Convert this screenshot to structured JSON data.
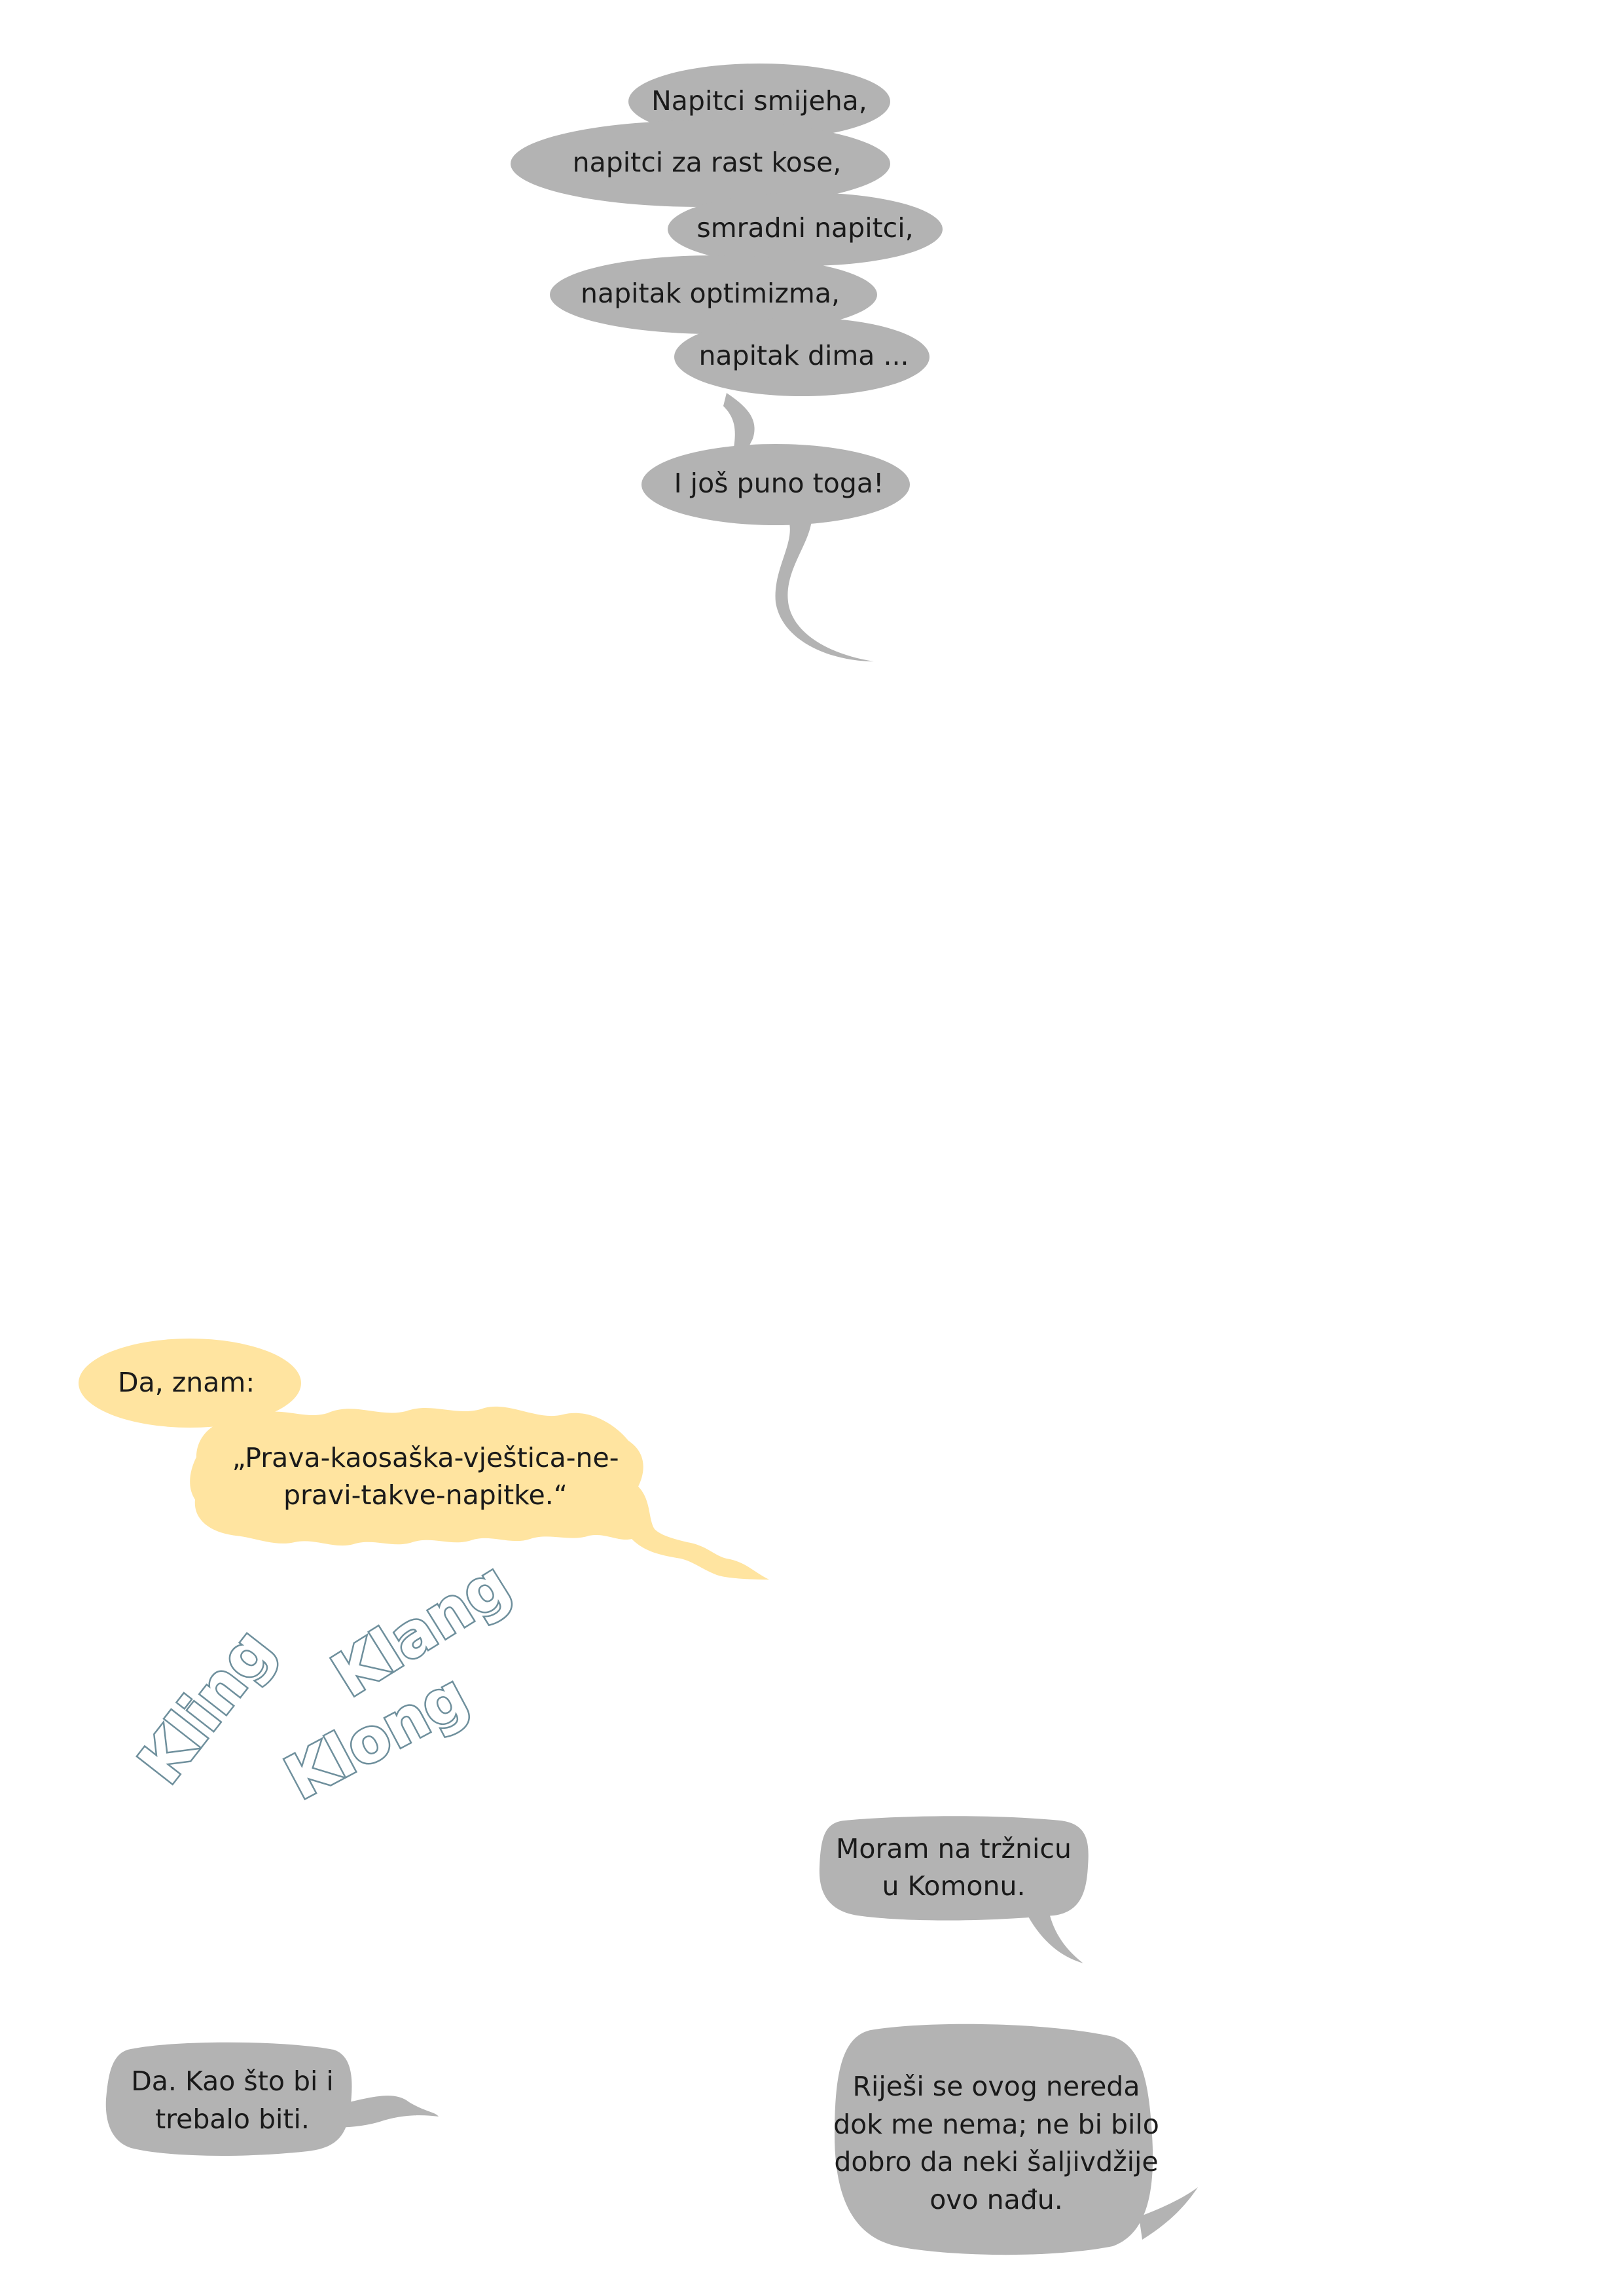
{
  "colors": {
    "gray_bubble": "#b3b3b3",
    "yellow_bubble": "#ffe4a0",
    "text": "#1a1a1a",
    "sound_outline": "#6e8f9c",
    "background": "#ffffff"
  },
  "potions_bubbles": {
    "line1": "Napitci smijeha,",
    "line2": "napitci za rast kose,",
    "line3": "smradni napitci,",
    "line4": "napitak optimizma,",
    "line5": "napitak dima ...",
    "line6": "I još puno toga!"
  },
  "witch_bubble": {
    "line1": "Da, znam:",
    "quote1": "„Prava-kaosaška-vještica-ne-",
    "quote2": "pravi-takve-napitke.“"
  },
  "sound_effects": {
    "kling": "Kling",
    "klang": "Klang",
    "klong": "Klong"
  },
  "market_bubble": {
    "line1": "Moram na tržnicu",
    "line2": "u Komonu."
  },
  "agree_bubble": {
    "line1": "Da. Kao što bi i",
    "line2": "trebalo biti."
  },
  "cleanup_bubble": {
    "line1": "Riješi se ovog nereda",
    "line2": "dok me nema; ne bi bilo",
    "line3": "dobro da neki šaljivdžije",
    "line4": "ovo nađu."
  }
}
